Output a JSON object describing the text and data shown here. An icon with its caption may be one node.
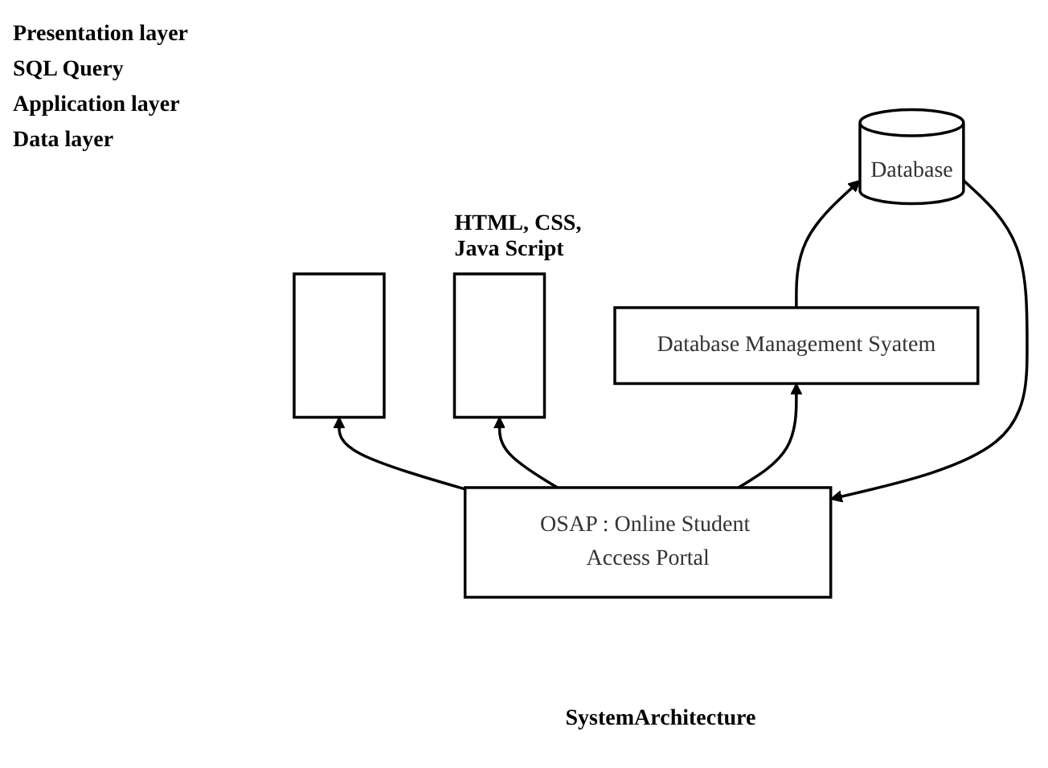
{
  "diagram": {
    "caption": "SystemArchitecture",
    "nodes": [
      {
        "text": [],
        "shape": "box"
      },
      {
        "text": [],
        "shape": "box",
        "beside": [
          "HTML, CSS, Java Script"
        ]
      },
      {
        "text": [
          "OSAP : Online Student Access Portal"
        ]
      },
      {
        "text": [
          "Database Management Syatem"
        ]
      },
      {
        "text": [
          "Database"
        ]
      }
    ],
    "edges": [
      {
        "from": 2,
        "to": 0,
        "arrow": "to"
      },
      {
        "from": 2,
        "to": 1,
        "arrow": "to"
      },
      {
        "from": 2,
        "to": 3,
        "arrow": "to"
      },
      {
        "from": 4,
        "to": 2,
        "arrow": "to"
      },
      {
        "from": 3,
        "to": 4,
        "arrow": "to"
      }
    ],
    "labels": [
      "Presentation layer",
      "SQL Query",
      "Application layer",
      "Data layer"
    ]
  }
}
